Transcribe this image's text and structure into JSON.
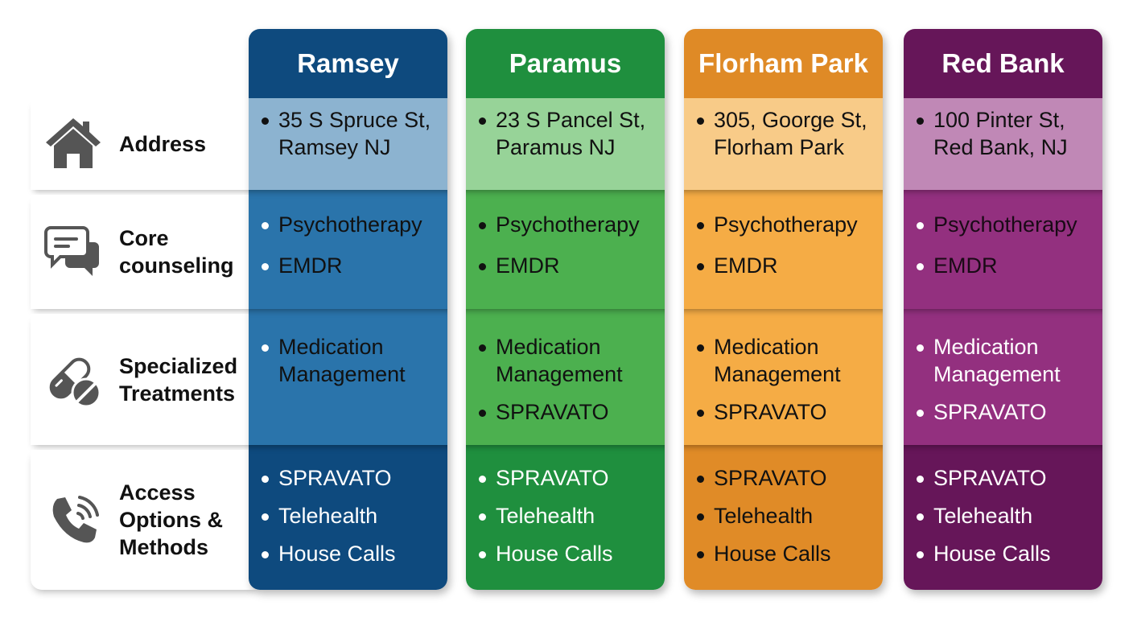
{
  "rows": [
    {
      "key": "address",
      "label": "Address",
      "icon": "house-icon"
    },
    {
      "key": "core",
      "label": "Core\ncounseling",
      "icon": "chat-bubbles-icon"
    },
    {
      "key": "specialized",
      "label": "Specialized\nTreatments",
      "icon": "pills-icon"
    },
    {
      "key": "access",
      "label": "Access\nOptions &\nMethods",
      "icon": "phone-icon"
    }
  ],
  "columns": [
    {
      "name": "Ramsey",
      "colors": {
        "header": "#0e4a7e",
        "address": "#8cb3d0",
        "core": "#2a74ab",
        "specialized": "#2a74ab",
        "access": "#0e4a7e"
      },
      "text_colors": {
        "address": "#111111",
        "core": "#111111",
        "specialized": "#111111",
        "access": "#ffffff"
      },
      "bullet_colors": {
        "address": "#111111",
        "core": "#ffffff",
        "specialized": "#ffffff",
        "access": "#ffffff"
      },
      "address": [
        "35 S Spruce St,\nRamsey NJ"
      ],
      "core": [
        "Psychotherapy",
        "EMDR"
      ],
      "specialized": [
        "Medication\nManagement"
      ],
      "access": [
        "SPRAVATO",
        "Telehealth",
        "House Calls"
      ]
    },
    {
      "name": "Paramus",
      "colors": {
        "header": "#1f8f3e",
        "address": "#97d398",
        "core": "#4cb04f",
        "specialized": "#4cb04f",
        "access": "#1f8f3e"
      },
      "text_colors": {
        "address": "#111111",
        "core": "#111111",
        "specialized": "#111111",
        "access": "#ffffff"
      },
      "bullet_colors": {
        "address": "#111111",
        "core": "#111111",
        "specialized": "#111111",
        "access": "#ffffff"
      },
      "address": [
        "23 S Pancel St,\nParamus NJ"
      ],
      "core": [
        "Psychotherapy",
        "EMDR"
      ],
      "specialized": [
        "Medication\nManagement",
        "SPRAVATO"
      ],
      "access": [
        "SPRAVATO",
        "Telehealth",
        "House Calls"
      ]
    },
    {
      "name": "Florham Park",
      "colors": {
        "header": "#df8a26",
        "address": "#f8cb88",
        "core": "#f5ac45",
        "specialized": "#f5ac45",
        "access": "#e08b27"
      },
      "text_colors": {
        "address": "#111111",
        "core": "#111111",
        "specialized": "#111111",
        "access": "#111111"
      },
      "bullet_colors": {
        "address": "#111111",
        "core": "#111111",
        "specialized": "#111111",
        "access": "#111111"
      },
      "address": [
        "305, Goorge St,\nFlorham Park"
      ],
      "core": [
        "Psychotherapy",
        "EMDR"
      ],
      "specialized": [
        "Medication\nManagement",
        "SPRAVATO"
      ],
      "access": [
        "SPRAVATO",
        "Telehealth",
        "House Calls"
      ]
    },
    {
      "name": "Red Bank",
      "colors": {
        "header": "#661659",
        "address": "#c088b6",
        "core": "#93307f",
        "specialized": "#93307f",
        "access": "#661659"
      },
      "text_colors": {
        "address": "#111111",
        "core": "#1a0a16",
        "specialized": "#ffffff",
        "access": "#ffffff"
      },
      "bullet_colors": {
        "address": "#111111",
        "core": "#ffffff",
        "specialized": "#ffffff",
        "access": "#ffffff"
      },
      "address": [
        "100 Pinter St,\nRed Bank, NJ"
      ],
      "core": [
        "Psychotherapy",
        "EMDR"
      ],
      "specialized": [
        "Medication\nManagement",
        "SPRAVATO"
      ],
      "access": [
        "SPRAVATO",
        "Telehealth",
        "House Calls"
      ]
    }
  ]
}
